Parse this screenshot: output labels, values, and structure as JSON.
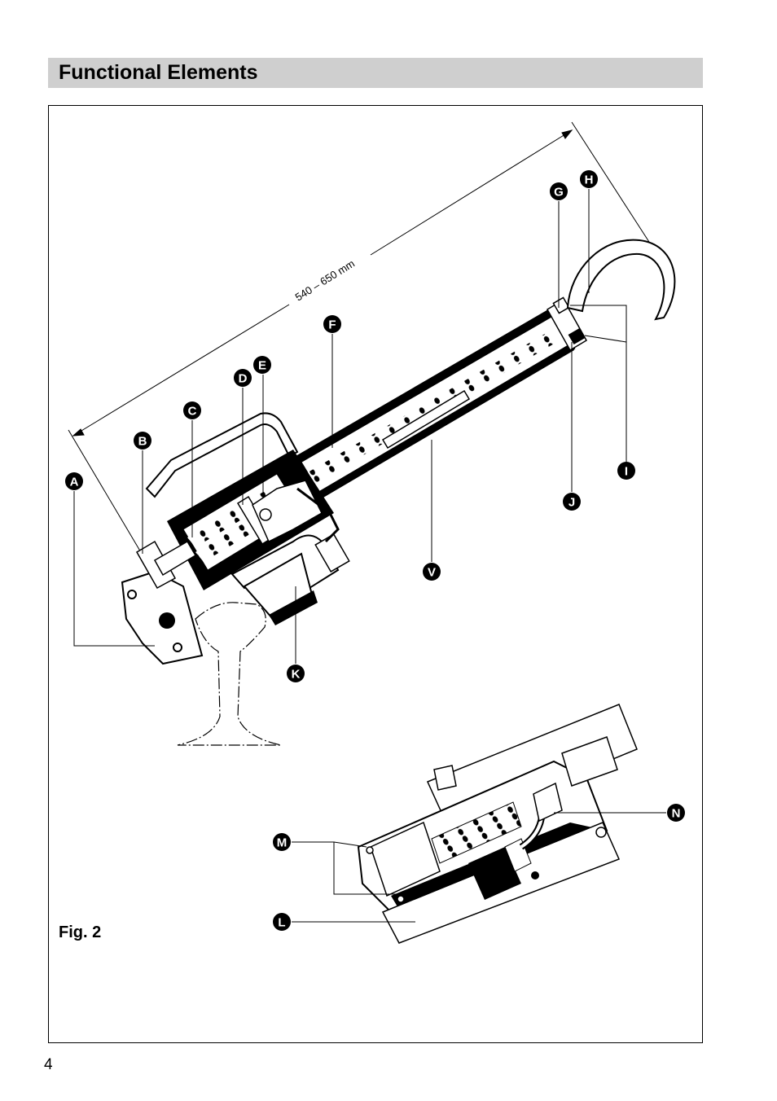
{
  "header": {
    "title": "Functional Elements"
  },
  "figure": {
    "caption": "Fig. 2",
    "dimension": "540 – 650 mm",
    "callouts": {
      "A": "A",
      "B": "B",
      "C": "C",
      "D": "D",
      "E": "E",
      "F": "F",
      "G": "G",
      "H": "H",
      "I": "I",
      "J": "J",
      "K": "K",
      "L": "L",
      "M": "M",
      "N": "N",
      "V": "V"
    }
  },
  "footer": {
    "page_number": "4"
  }
}
